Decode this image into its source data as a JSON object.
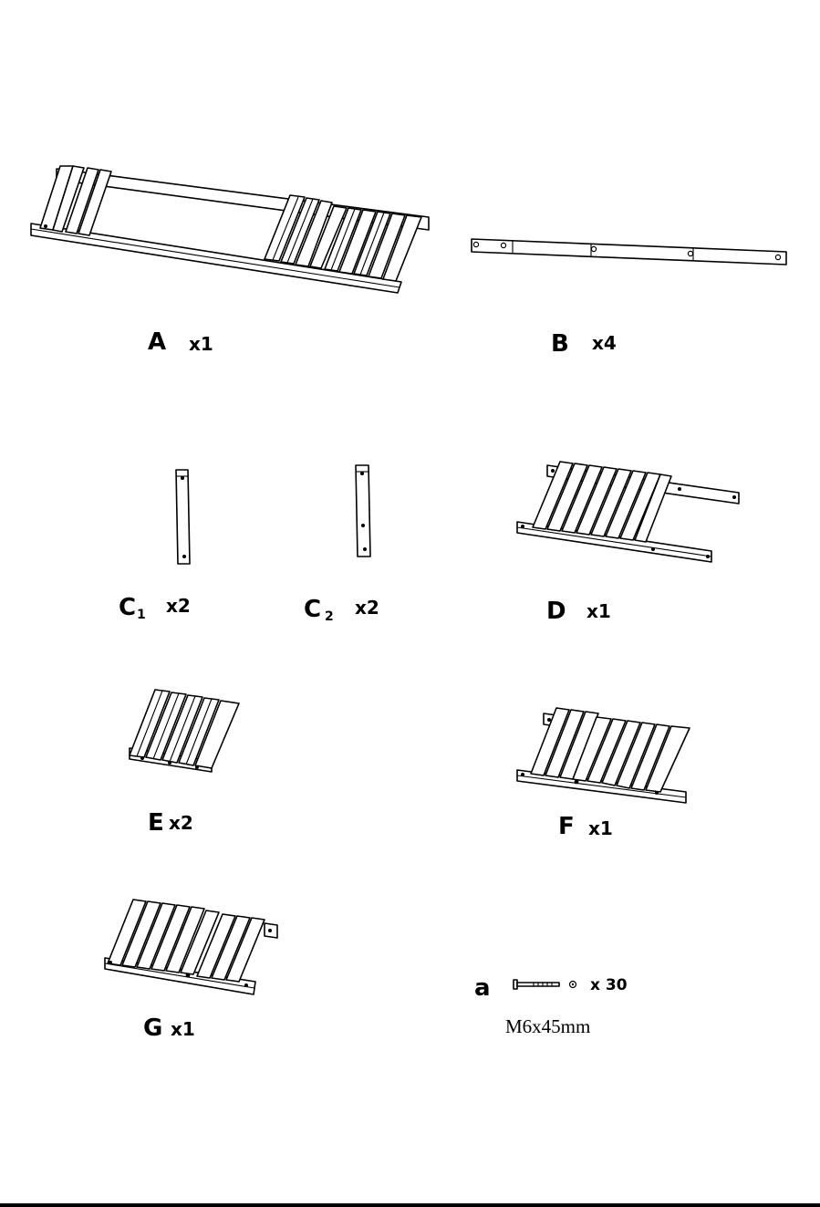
{
  "parts": {
    "A": {
      "letter": "A",
      "qty": "x1"
    },
    "B": {
      "letter": "B",
      "qty": "x4"
    },
    "C1": {
      "letter": "C",
      "sub": "1",
      "qty": "x2"
    },
    "C2": {
      "letter": "C",
      "sub": "2",
      "qty": "x2"
    },
    "D": {
      "letter": "D",
      "qty": "x1"
    },
    "E": {
      "letter": "E",
      "qty": "x2"
    },
    "F": {
      "letter": "F",
      "qty": "x1"
    },
    "G": {
      "letter": "G",
      "qty": "x1"
    }
  },
  "hardware": {
    "letter": "a",
    "qty": "x 30",
    "spec": "M6x45mm"
  },
  "colors": {
    "line": "#000000",
    "paper": "#ffffff"
  }
}
